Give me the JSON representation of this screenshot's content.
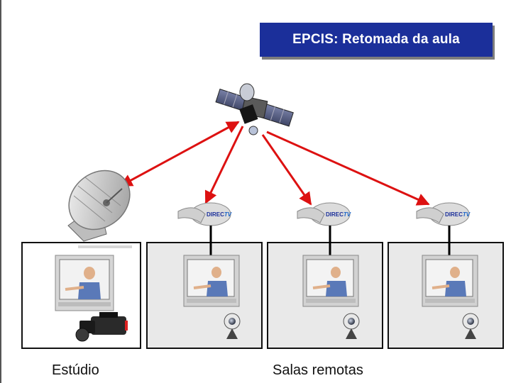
{
  "title": "EPCIS: Retomada da aula",
  "captions": {
    "studio": "Estúdio",
    "remote": "Salas remotas"
  },
  "receivers": [
    {
      "brand_a": "DIREC",
      "brand_b": "TV"
    },
    {
      "brand_a": "DIREC",
      "brand_b": "TV"
    },
    {
      "brand_a": "DIREC",
      "brand_b": "TV"
    }
  ],
  "colors": {
    "title_bg": "#1b2f9a",
    "link": "#dd1111",
    "cable": "#000000",
    "remote_room": "#e9e9e9"
  },
  "icons": [
    "satellite-icon",
    "uplink-dish-icon",
    "satellite-receiver-icon",
    "tv-monitor-icon",
    "webcam-icon",
    "video-camera-icon"
  ]
}
